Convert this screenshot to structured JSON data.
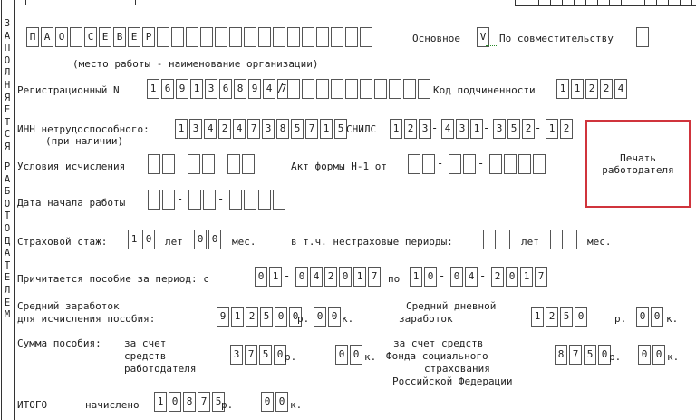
{
  "side_label": "ЗАПОЛНЯЕТСЯ РАБОТОДАТЕЛЕМ",
  "side_chars_top": [
    "З",
    "А",
    "П",
    "О",
    "Л",
    "Н",
    "Я",
    "Е",
    "Т",
    "С",
    "Я"
  ],
  "side_chars_bottom": [
    "Р",
    "А",
    "Б",
    "О",
    "Т",
    "О",
    "Д",
    "А",
    "Т",
    "Е",
    "Л",
    "Е",
    "М"
  ],
  "employer": {
    "name_cells": [
      "П",
      "А",
      "О",
      "",
      "С",
      "Е",
      "В",
      "Е",
      "Р",
      "",
      "",
      "",
      "",
      "",
      "",
      "",
      "",
      "",
      "",
      "",
      "",
      "",
      "",
      ""
    ],
    "caption": "(место работы - наименование организации)",
    "main_label": "Основное",
    "main_mark": "V",
    "secondary_label": "По совместительству"
  },
  "registration": {
    "label": "Регистрационный N",
    "digits": [
      "1",
      "6",
      "9",
      "1",
      "3",
      "6",
      "8",
      "9",
      "4",
      "7"
    ],
    "slash": "/",
    "sub_label": "Код подчиненности",
    "sub_digits": [
      "1",
      "1",
      "2",
      "2",
      "4"
    ]
  },
  "inn": {
    "label": "ИНН нетрудоспособного:",
    "sublabel": "(при наличии)",
    "digits": [
      "1",
      "3",
      "4",
      "2",
      "4",
      "7",
      "3",
      "8",
      "5",
      "7",
      "1",
      "5"
    ],
    "snils_label": "СНИЛС",
    "snils_groups": [
      [
        "1",
        "2",
        "3"
      ],
      [
        "4",
        "3",
        "1"
      ],
      [
        "3",
        "5",
        "2"
      ],
      [
        "1",
        "2"
      ]
    ]
  },
  "stamp": {
    "line1": "Печать",
    "line2": "работодателя"
  },
  "conditions": {
    "label": "Условия исчисления",
    "act_label": "Акт формы Н-1 от"
  },
  "start_date": {
    "label": "Дата начала работы"
  },
  "experience": {
    "label": "Страховой стаж:",
    "years": [
      "1",
      "0"
    ],
    "years_label": "лет",
    "months": [
      "0",
      "0"
    ],
    "months_label": "мес.",
    "nonins_label": "в т.ч. нестраховые периоды:",
    "nonins_years_label": "лет",
    "nonins_months_label": "мес."
  },
  "period": {
    "label": "Причитается пособие за период: с",
    "from": [
      [
        "0",
        "1"
      ],
      [
        "0",
        "4"
      ],
      [
        "2",
        "0",
        "1",
        "7"
      ]
    ],
    "to_label": "по",
    "to": [
      [
        "1",
        "0"
      ],
      [
        "0",
        "4"
      ],
      [
        "2",
        "0",
        "1",
        "7"
      ]
    ]
  },
  "avg_earnings": {
    "label1": "Средний заработок",
    "label2": "для исчисления пособия:",
    "rub": [
      "9",
      "1",
      "2",
      "5",
      "0",
      "0"
    ],
    "rub_label": "р.",
    "kop": [
      "0",
      "0"
    ],
    "kop_label": "к.",
    "daily_label1": "Средний дневной",
    "daily_label2": "заработок",
    "daily_rub": [
      "1",
      "2",
      "5",
      "0"
    ],
    "daily_kop": [
      "0",
      "0"
    ]
  },
  "benefit": {
    "label": "Сумма пособия:",
    "employer_l1": "за счет",
    "employer_l2": "средств",
    "employer_l3": "работодателя",
    "employer_rub": [
      "3",
      "7",
      "5",
      "0"
    ],
    "employer_kop": [
      "0",
      "0"
    ],
    "fund_l1": "за счет средств",
    "fund_l2": "Фонда социального",
    "fund_l3": "страхования",
    "fund_l4": "Российской Федерации",
    "fund_rub": [
      "8",
      "7",
      "5",
      "0"
    ],
    "fund_kop": [
      "0",
      "0"
    ],
    "rub_label": "р.",
    "kop_label": "к."
  },
  "total": {
    "label": "ИТОГО",
    "accrued_label": "начислено",
    "rub": [
      "1",
      "0",
      "8",
      "7",
      "5"
    ],
    "rub_label": "р.",
    "kop": [
      "0",
      "0"
    ],
    "kop_label": "к."
  }
}
